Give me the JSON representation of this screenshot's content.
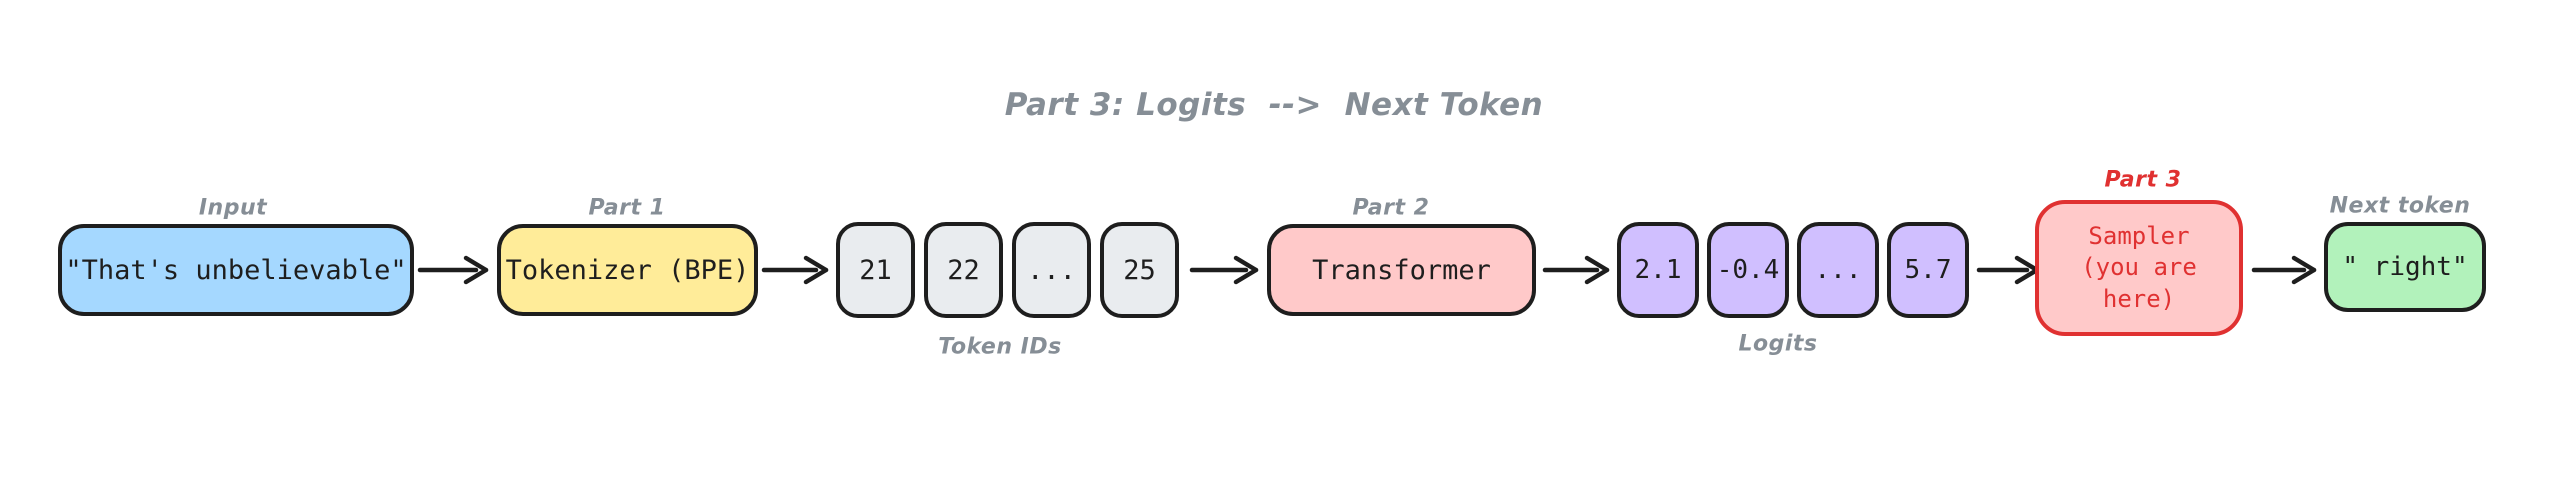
{
  "title": {
    "text": "Part 3: Logits  -->  Next Token"
  },
  "labels": {
    "input": "Input",
    "part1": "Part 1",
    "token_ids": "Token IDs",
    "part2": "Part 2",
    "logits": "Logits",
    "part3": "Part 3",
    "next_token": "Next token"
  },
  "nodes": {
    "input": {
      "text": "\"That's unbelievable\""
    },
    "tokenizer": {
      "text": "Tokenizer (BPE)"
    },
    "token_ids": {
      "values": [
        "21",
        "22",
        "...",
        "25"
      ]
    },
    "transformer": {
      "text": "Transformer"
    },
    "logits": {
      "values": [
        "2.1",
        "-0.4",
        "...",
        "5.7"
      ]
    },
    "sampler": {
      "text": "Sampler\n(you are\nhere)"
    },
    "next_token": {
      "text": "\" right\""
    }
  },
  "colors": {
    "stroke": "#1e1e1e",
    "label_gray": "#868e96",
    "accent_red": "#e03131",
    "input_fill": "#a5d8ff",
    "tokenizer_fill": "#ffec99",
    "token_id_fill": "#e9ecef",
    "transformer_fill": "#ffc9c9",
    "logit_fill": "#d0bfff",
    "sampler_fill": "#ffc9c9",
    "next_token_fill": "#b2f2bb"
  }
}
